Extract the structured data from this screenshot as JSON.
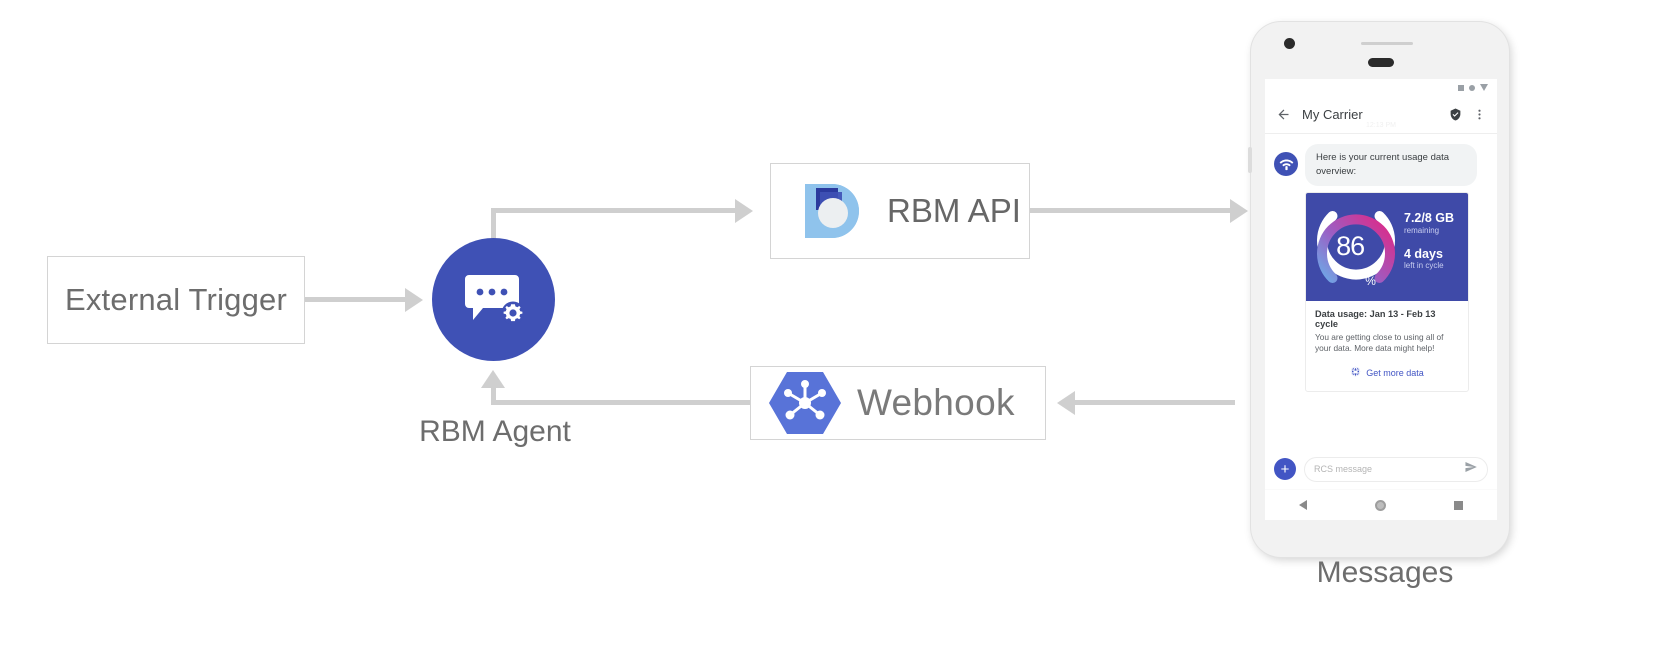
{
  "diagram": {
    "nodes": {
      "external_trigger": {
        "label": "External Trigger"
      },
      "rbm_agent": {
        "label": "RBM Agent",
        "icon": "chat-gear-icon",
        "color": "#3f51b5"
      },
      "rbm_api": {
        "label": "RBM API",
        "icon": "rbm-teardrop-icon"
      },
      "webhook": {
        "label": "Webhook",
        "icon": "hexagon-nodes-icon"
      },
      "messages": {
        "label": "Messages"
      }
    },
    "connector_color": "#cfcfcf"
  },
  "phone": {
    "status_bar": {
      "icons": [
        "signal-square-icon",
        "wifi-dot-icon",
        "battery-triangle-icon"
      ]
    },
    "app_bar": {
      "back_icon": "back-arrow-icon",
      "title": "My Carrier",
      "verified_icon": "verified-shield-icon",
      "overflow_icon": "more-vert-icon"
    },
    "conversation": {
      "timestamp": "12:13 PM",
      "avatar_icon": "wifi-router-icon",
      "incoming_message": "Here is your current usage data overview:"
    },
    "rich_card": {
      "background": "#3f4aa8",
      "gauge": {
        "percent_value": "86",
        "percent_unit": "%",
        "percent": 86,
        "gradient_start": "#6fa8e6",
        "gradient_mid": "#9b5fc4",
        "gradient_end": "#d62f8e",
        "track_color": "#ffffff"
      },
      "stats": [
        {
          "value": "7.2/8 GB",
          "caption": "remaining"
        },
        {
          "value": "4 days",
          "caption": "left in cycle"
        }
      ],
      "title": "Data usage: Jan 13 - Feb 13 cycle",
      "description": "You are getting close to using all of your data. More data might help!",
      "action": {
        "icon": "globe-icon",
        "label": "Get more data",
        "color": "#4255c4"
      }
    },
    "composer": {
      "plus_icon": "plus-icon",
      "plus_label": "+",
      "placeholder": "RCS message",
      "send_icon": "send-icon"
    },
    "nav_bar": {
      "back_icon": "nav-back-triangle-icon",
      "home_icon": "nav-home-circle-icon",
      "recents_icon": "nav-recents-square-icon"
    }
  }
}
